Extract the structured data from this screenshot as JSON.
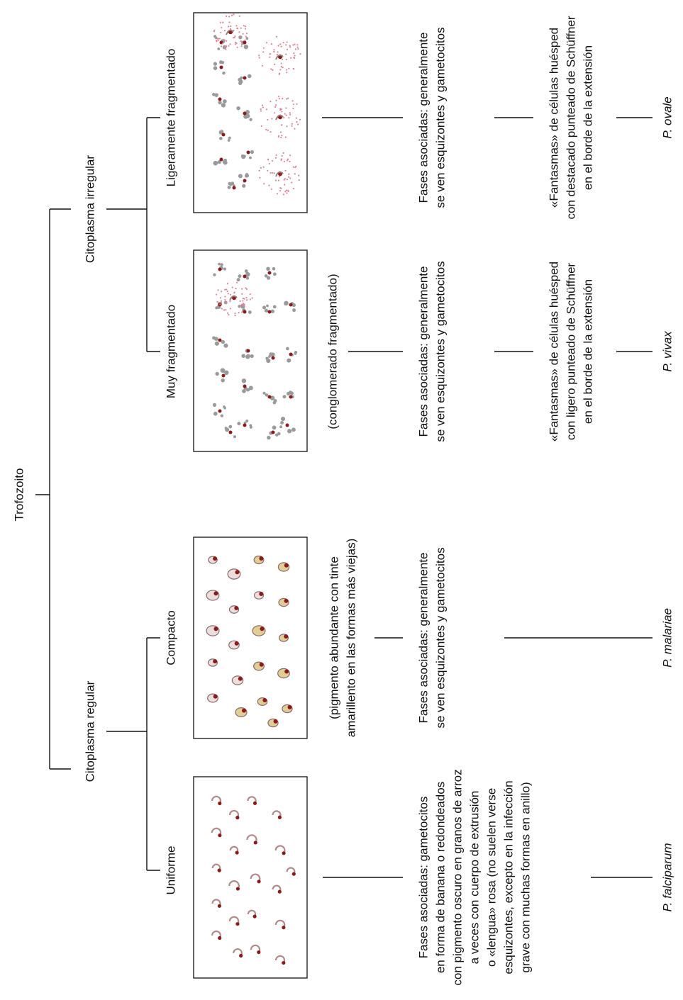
{
  "root": {
    "label": "Trofozoito"
  },
  "branches": [
    {
      "label": "Citoplasma regular",
      "groups": [
        {
          "label": "Uniforme",
          "note": [],
          "phases": [
            "Fases asociadas: gametocitos",
            "en forma de banana o redondeados",
            "con pigmento oscuro en granos de arroz",
            "a veces con cuerpo de extrusión",
            "o «lengua» rosa (no suelen verse",
            "esquizontes, excepto en la infección",
            "grave con muchas formas en anillo)"
          ],
          "ghost": [],
          "species": "P. falciparum",
          "illustration": "uniform-ring-trophozoites"
        },
        {
          "label": "Compacto",
          "note": [
            "(pigmento abundante con tinte",
            "amarillento en las formas más viejas)"
          ],
          "phases": [
            "Fases asociadas: generalmente",
            "se ven esquizontes y gametocitos"
          ],
          "ghost": [],
          "species": "P. malariae",
          "illustration": "compact-trophozoites"
        }
      ]
    },
    {
      "label": "Citoplasma irregular",
      "groups": [
        {
          "label": "Muy fragmentado",
          "note": [
            "(conglomerado fragmentado)"
          ],
          "phases": [
            "Fases asociadas: generalmente",
            "se ven esquizontes y gametocitos"
          ],
          "ghost": [
            "«Fantasmas» de células huésped",
            "con ligero punteado de Schüffner",
            "en el borde de la extensión"
          ],
          "species": "P. vivax",
          "illustration": "highly-fragmented-trophozoites"
        },
        {
          "label": "Ligeramente fragmentado",
          "note": [],
          "phases": [
            "Fases asociadas: generalmente",
            "se ven esquizontes y gametocitos"
          ],
          "ghost": [
            "«Fantasmas» de células huésped",
            "con destacado punteado de Schüffner",
            "en el borde de la extensión"
          ],
          "species": "P. ovale",
          "illustration": "slightly-fragmented-trophozoites"
        }
      ]
    }
  ],
  "colors": {
    "line": "#111111",
    "nucleus": "#8b1a1a",
    "cytoplasm": "#b08a8a",
    "pigment": "#c8a640",
    "stippling": "#d98a9a"
  }
}
